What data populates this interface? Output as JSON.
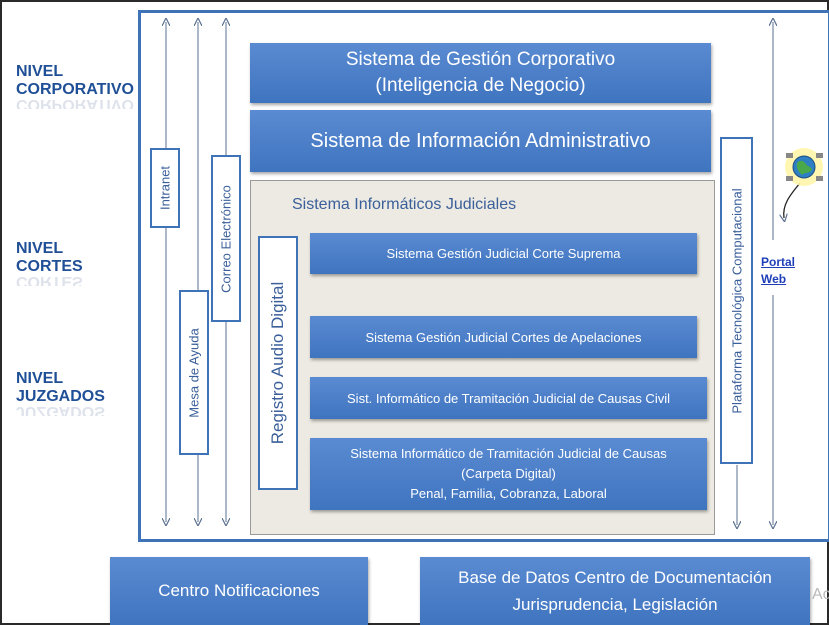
{
  "levels": {
    "corporativo": {
      "line1": "NIVEL",
      "line2": "CORPORATIVO"
    },
    "cortes": {
      "line1": "NIVEL",
      "line2": "CORTES"
    },
    "juzgados": {
      "line1": "NIVEL",
      "line2": "JUZGADOS"
    }
  },
  "boxes": {
    "corporativo": {
      "line1": "Sistema de Gestión Corporativo",
      "line2": "(Inteligencia de Negocio)"
    },
    "administrativo": "Sistema de Información Administrativo",
    "judiciales_title": "Sistema Informáticos Judiciales",
    "corte_suprema": "Sistema Gestión Judicial Corte Suprema",
    "apelaciones": "Sistema Gestión Judicial Cortes de Apelaciones",
    "civil": "Sist. Informático de Tramitación Judicial de Causas Civil",
    "carpeta": {
      "line1": "Sistema Informático de Tramitación Judicial de Causas",
      "line2": "(Carpeta Digital)",
      "line3": "Penal, Familia, Cobranza, Laboral"
    },
    "notificaciones": "Centro Notificaciones",
    "base_datos": {
      "line1": "Base de Datos Centro de Documentación",
      "line2": "Jurisprudencia, Legislación"
    }
  },
  "vertical": {
    "intranet": "Intranet",
    "correo": "Correo Electrónico",
    "mesa": "Mesa de Ayuda",
    "registro": "Registro Audio Digital",
    "plataforma": "Plataforma Tecnológica Computacional"
  },
  "portal": {
    "line1": "Portal",
    "line2": "Web"
  },
  "watermark": "Ac",
  "colors": {
    "box_blue": "#4a7fc8",
    "level_text": "#1f4f96",
    "frame": "#3f73b8",
    "inner_bg": "#eceae2"
  }
}
